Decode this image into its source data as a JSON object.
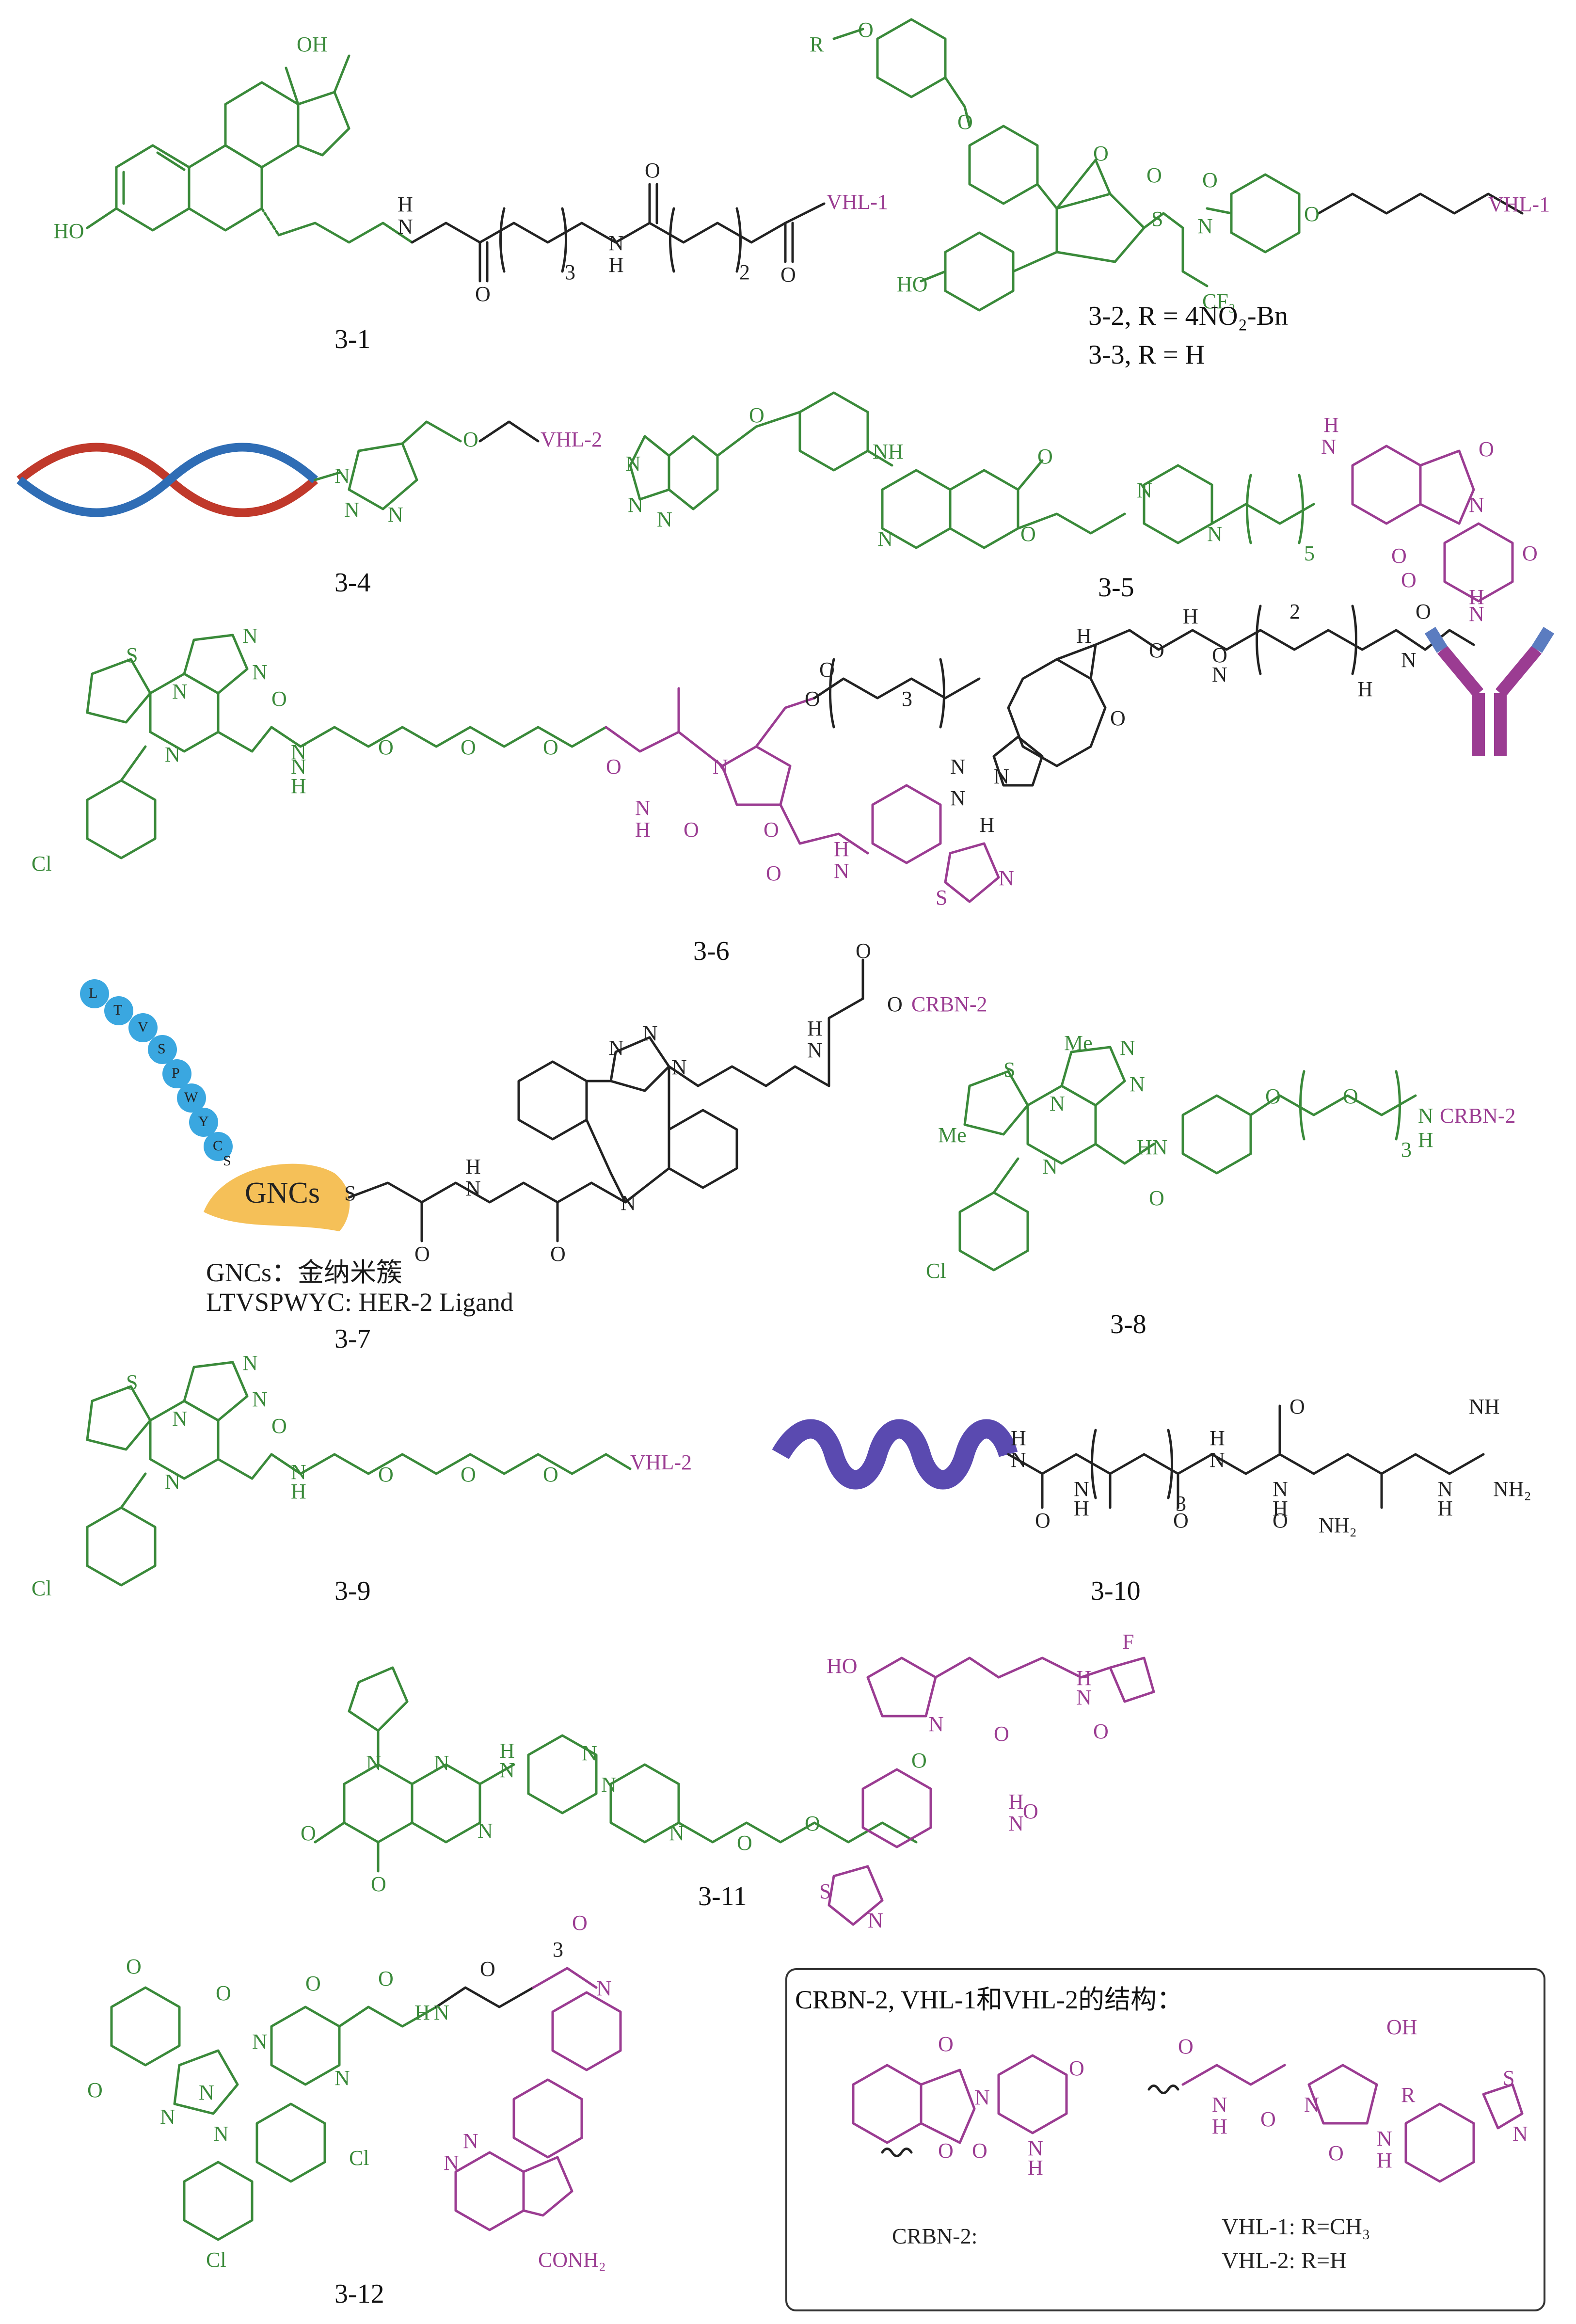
{
  "colors": {
    "ligand": "#3a8a3a",
    "e3": "#9b3c92",
    "linker": "#222222"
  },
  "compounds": {
    "c31": {
      "label": "3-1",
      "atoms": [
        "OH",
        "HO",
        "H",
        "N",
        "O",
        "3",
        "N",
        "H",
        "O",
        "2",
        "O",
        "VHL-1"
      ]
    },
    "c32": {
      "labels": [
        "3-2, R = 4NO₂-Bn",
        "3-3, R = H"
      ],
      "atoms": [
        "R",
        "O",
        "O",
        "O",
        "HO",
        "S",
        "O",
        "O",
        "N",
        "CF₃",
        "O",
        "VHL-1"
      ]
    },
    "c34": {
      "label": "3-4",
      "atoms": [
        "N",
        "N",
        "N",
        "O",
        "VHL-2"
      ]
    },
    "c35": {
      "label": "3-5",
      "atoms": [
        "O",
        "NH",
        "O",
        "N",
        "N",
        "N",
        "N",
        "O",
        "N",
        "N",
        "5",
        "H",
        "N",
        "O",
        "O",
        "N",
        "O",
        "N",
        "H",
        "O"
      ]
    },
    "c36": {
      "label": "3-6",
      "atoms": [
        "S",
        "N",
        "N",
        "N",
        "N",
        "Cl",
        "N",
        "O",
        "H",
        "N",
        "O",
        "O",
        "O",
        "O",
        "H",
        "N",
        "O",
        "N",
        "O",
        "O",
        "O",
        "3",
        "N",
        "N",
        "N",
        "H",
        "H",
        "O",
        "O",
        "H",
        "N",
        "O",
        "2",
        "H",
        "N",
        "O",
        "H",
        "N",
        "O",
        "S",
        "N"
      ]
    },
    "c37": {
      "label": "3-7",
      "atoms": [
        "GNCs",
        "S",
        "S",
        "H",
        "N",
        "O",
        "O",
        "N",
        "N",
        "N",
        "N",
        "H",
        "N",
        "O",
        "O",
        "CRBN-2"
      ],
      "peptide": [
        "L",
        "T",
        "V",
        "S",
        "P",
        "W",
        "Y",
        "C"
      ],
      "notes": [
        "GNCs：金纳米簇",
        "LTVSPWYC: HER-2 Ligand"
      ]
    },
    "c38": {
      "label": "3-8",
      "atoms": [
        "Me",
        "S",
        "N",
        "N",
        "N",
        "N",
        "Me",
        "Cl",
        "HN",
        "O",
        "O",
        "O",
        "3",
        "H",
        "N",
        "CRBN-2"
      ]
    },
    "c39": {
      "label": "3-9",
      "atoms": [
        "S",
        "N",
        "N",
        "N",
        "N",
        "Cl",
        "O",
        "H",
        "N",
        "O",
        "O",
        "O",
        "VHL-2"
      ]
    },
    "c310": {
      "label": "3-10",
      "atoms": [
        "H",
        "N",
        "O",
        "N",
        "H",
        "3",
        "O",
        "N",
        "H",
        "O",
        "N",
        "H",
        "O",
        "NH₂",
        "NH",
        "H",
        "N",
        "NH₂"
      ]
    },
    "c311": {
      "label": "3-11",
      "atoms": [
        "N",
        "N",
        "O",
        "O",
        "N",
        "H",
        "N",
        "N",
        "N",
        "N",
        "O",
        "O",
        "O",
        "HO",
        "N",
        "O",
        "H",
        "N",
        "F",
        "O",
        "O",
        "H",
        "N",
        "S",
        "N"
      ]
    },
    "c312": {
      "label": "3-12",
      "atoms": [
        "O",
        "O",
        "O",
        "N",
        "N",
        "N",
        "O",
        "N",
        "N",
        "Cl",
        "Cl",
        "O",
        "H",
        "N",
        "O",
        "3",
        "O",
        "N",
        "N",
        "N",
        "CONH₂"
      ]
    },
    "legend": {
      "title": "CRBN-2, VHL-1和VHL-2的结构：",
      "crbn_atoms": [
        "O",
        "O",
        "N",
        "O",
        "N",
        "H",
        "O"
      ],
      "crbn_label": "CRBN-2:",
      "vhl_atoms": [
        "O",
        "N",
        "H",
        "O",
        "N",
        "OH",
        "R",
        "O",
        "N",
        "H",
        "S",
        "N"
      ],
      "vhl1": "VHL-1: R=CH₃",
      "vhl2": "VHL-2: R=H"
    }
  }
}
